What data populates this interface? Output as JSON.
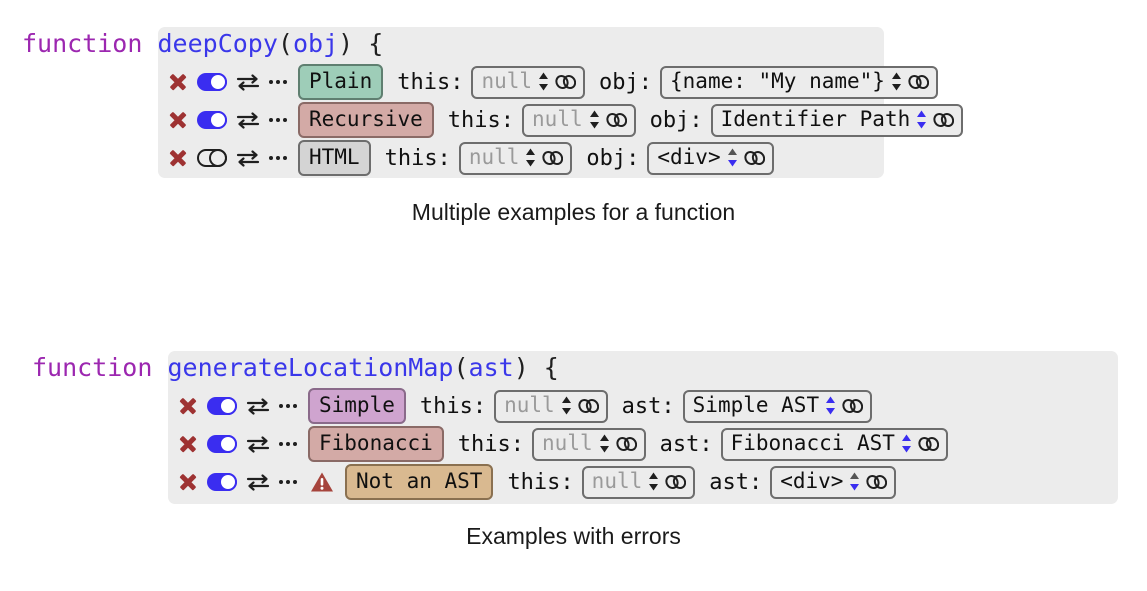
{
  "figures": [
    {
      "id": "deep-copy",
      "caption": "Multiple examples for a function",
      "signature": {
        "keyword": "function",
        "name": "deepCopy",
        "open_paren": "(",
        "param": "obj",
        "close_paren": ")",
        "brace": " {"
      },
      "rows": [
        {
          "remove_icon": "x-icon",
          "toggle_state": "on",
          "swap_icon": "swap-icon",
          "more_icon": "more-dots-icon",
          "warning": false,
          "chip_label": "Plain",
          "chip_bg": "#9ecdb8",
          "chip_border": "#5f7f70",
          "fields": [
            {
              "label": "this:",
              "value": "null",
              "placeholder": true,
              "spinner_color": "#1f1f1f"
            },
            {
              "label": "obj:",
              "value": "{name: \"My name\"}",
              "placeholder": false,
              "spinner_color": "#1f1f1f"
            }
          ]
        },
        {
          "remove_icon": "x-icon",
          "toggle_state": "on",
          "swap_icon": "swap-icon",
          "more_icon": "more-dots-icon",
          "warning": false,
          "chip_label": "Recursive",
          "chip_bg": "#d3aaa6",
          "chip_border": "#8a6a66",
          "fields": [
            {
              "label": "this:",
              "value": "null",
              "placeholder": true,
              "spinner_color": "#1f1f1f"
            },
            {
              "label": "obj:",
              "value": "Identifier Path",
              "placeholder": false,
              "spinner_color": "#3a2df0"
            }
          ]
        },
        {
          "remove_icon": "x-icon",
          "toggle_state": "off",
          "swap_icon": "swap-icon",
          "more_icon": "more-dots-icon",
          "warning": false,
          "chip_label": "HTML",
          "chip_bg": "#d4d4d4",
          "chip_border": "#6d6d6d",
          "fields": [
            {
              "label": "this:",
              "value": "null",
              "placeholder": true,
              "spinner_color": "#1f1f1f"
            },
            {
              "label": "obj:",
              "value": "<div>",
              "placeholder": false,
              "spinner_color": "#3a2df0"
            }
          ]
        }
      ]
    },
    {
      "id": "generate-location-map",
      "caption": "Examples with errors",
      "signature": {
        "keyword": "function",
        "name": "generateLocationMap",
        "open_paren": "(",
        "param": "ast",
        "close_paren": ")",
        "brace": " {"
      },
      "rows": [
        {
          "remove_icon": "x-icon",
          "toggle_state": "on",
          "swap_icon": "swap-icon",
          "more_icon": "more-dots-icon",
          "warning": false,
          "chip_label": "Simple",
          "chip_bg": "#cfa4cf",
          "chip_border": "#8a6a8a",
          "fields": [
            {
              "label": "this:",
              "value": "null",
              "placeholder": true,
              "spinner_color": "#1f1f1f"
            },
            {
              "label": "ast:",
              "value": "Simple AST",
              "placeholder": false,
              "spinner_color": "#3a2df0"
            }
          ]
        },
        {
          "remove_icon": "x-icon",
          "toggle_state": "on",
          "swap_icon": "swap-icon",
          "more_icon": "more-dots-icon",
          "warning": false,
          "chip_label": "Fibonacci",
          "chip_bg": "#d3aaa6",
          "chip_border": "#8a6a66",
          "fields": [
            {
              "label": "this:",
              "value": "null",
              "placeholder": true,
              "spinner_color": "#1f1f1f"
            },
            {
              "label": "ast:",
              "value": "Fibonacci AST",
              "placeholder": false,
              "spinner_color": "#3a2df0"
            }
          ]
        },
        {
          "remove_icon": "x-icon",
          "toggle_state": "on",
          "swap_icon": "swap-icon",
          "more_icon": "more-dots-icon",
          "warning": true,
          "warning_icon": "warning-triangle-icon",
          "chip_label": "Not an AST",
          "chip_bg": "#d9b990",
          "chip_border": "#8a7050",
          "fields": [
            {
              "label": "this:",
              "value": "null",
              "placeholder": true,
              "spinner_color": "#1f1f1f"
            },
            {
              "label": "ast:",
              "value": "<div>",
              "placeholder": false,
              "spinner_color": "#3a2df0"
            }
          ]
        }
      ]
    }
  ],
  "colors": {
    "panel_bg": "#ececec",
    "keyword": "#9c27b0",
    "function_name": "#3a37ea",
    "x_mark": "#9e3232",
    "toggle_on": "#3a2df0",
    "warning": "#a6443c",
    "placeholder_text": "#9a9a9a"
  }
}
